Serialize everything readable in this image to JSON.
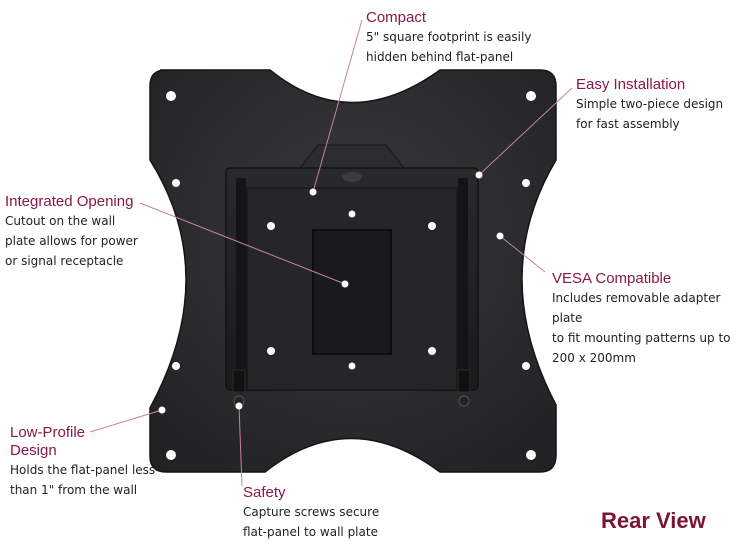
{
  "colors": {
    "accent": "#8a1845",
    "plate": "#2b2b2d",
    "bracket": "#1f1f21",
    "leader": "#c9809d"
  },
  "callouts": {
    "compact": {
      "title": "Compact",
      "desc": "5\" square footprint is easily\nhidden behind flat-panel"
    },
    "easy_installation": {
      "title": "Easy Installation",
      "desc": "Simple two-piece design\nfor fast assembly"
    },
    "integrated_opening": {
      "title": "Integrated Opening",
      "desc": "Cutout on the wall\nplate allows for power\nor signal receptacle"
    },
    "vesa_compatible": {
      "title": "VESA Compatible",
      "desc": "Includes removable adapter plate\nto fit mounting patterns up to\n200 x 200mm"
    },
    "low_profile": {
      "title": "Low-Profile\nDesign",
      "desc": "Holds the flat-panel less\nthan 1\" from the wall"
    },
    "safety": {
      "title": "Safety",
      "desc": "Capture screws secure\nflat-panel to wall plate"
    }
  },
  "footer": {
    "view_label": "Rear View"
  }
}
